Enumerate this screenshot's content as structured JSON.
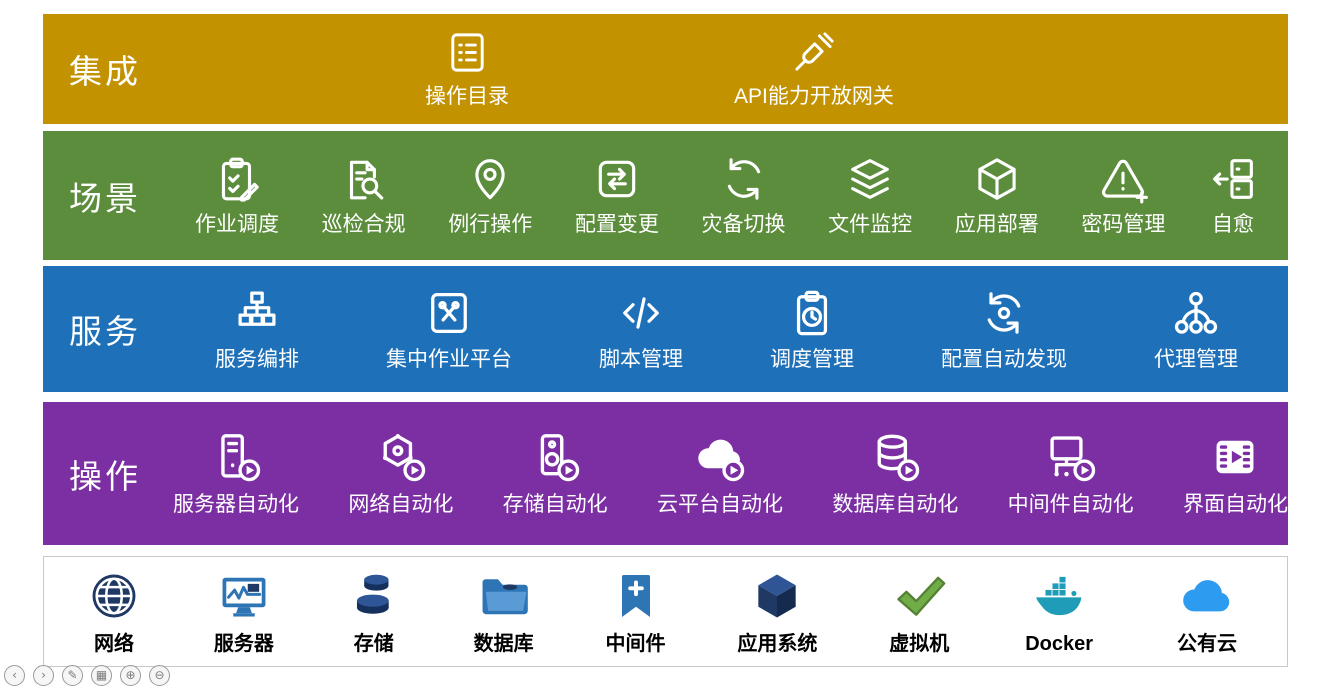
{
  "diagram": {
    "bands": [
      {
        "title": "集成",
        "color": "#C39200",
        "items": [
          {
            "label": "操作目录",
            "icon": "catalog-list-icon"
          },
          {
            "label": "API能力开放网关",
            "icon": "api-plug-icon"
          }
        ]
      },
      {
        "title": "场景",
        "color": "#5C8D3C",
        "items": [
          {
            "label": "作业调度",
            "icon": "clipboard-pen-icon"
          },
          {
            "label": "巡检合规",
            "icon": "document-search-icon"
          },
          {
            "label": "例行操作",
            "icon": "location-pin-icon"
          },
          {
            "label": "配置变更",
            "icon": "swap-arrows-icon"
          },
          {
            "label": "灾备切换",
            "icon": "sync-arrows-icon"
          },
          {
            "label": "文件监控",
            "icon": "layers-icon"
          },
          {
            "label": "应用部署",
            "icon": "cube-icon"
          },
          {
            "label": "密码管理",
            "icon": "alert-plus-icon"
          },
          {
            "label": "自愈",
            "icon": "server-restore-icon"
          }
        ]
      },
      {
        "title": "服务",
        "color": "#1E70B8",
        "items": [
          {
            "label": "服务编排",
            "icon": "org-tree-icon"
          },
          {
            "label": "集中作业平台",
            "icon": "book-wrench-icon"
          },
          {
            "label": "脚本管理",
            "icon": "code-icon"
          },
          {
            "label": "调度管理",
            "icon": "clipboard-clock-icon"
          },
          {
            "label": "配置自动发现",
            "icon": "discover-sync-icon"
          },
          {
            "label": "代理管理",
            "icon": "agent-nodes-icon"
          }
        ]
      },
      {
        "title": "操作",
        "color": "#7B2FA2",
        "items": [
          {
            "label": "服务器自动化",
            "icon": "server-play-icon"
          },
          {
            "label": "网络自动化",
            "icon": "network-play-icon"
          },
          {
            "label": "存储自动化",
            "icon": "storage-play-icon"
          },
          {
            "label": "云平台自动化",
            "icon": "cloud-play-icon"
          },
          {
            "label": "数据库自动化",
            "icon": "database-play-icon"
          },
          {
            "label": "中间件自动化",
            "icon": "middleware-play-icon"
          },
          {
            "label": "界面自动化",
            "icon": "ui-film-play-icon"
          }
        ]
      }
    ],
    "foundation": {
      "items": [
        {
          "label": "网络",
          "icon": "globe-icon"
        },
        {
          "label": "服务器",
          "icon": "server-monitor-icon"
        },
        {
          "label": "存储",
          "icon": "storage-disks-icon"
        },
        {
          "label": "数据库",
          "icon": "database-folder-icon"
        },
        {
          "label": "中间件",
          "icon": "middleware-flag-icon"
        },
        {
          "label": "应用系统",
          "icon": "app-cube-icon"
        },
        {
          "label": "虚拟机",
          "icon": "vm-check-icon"
        },
        {
          "label": "Docker",
          "icon": "docker-whale-icon"
        },
        {
          "label": "公有云",
          "icon": "public-cloud-icon"
        }
      ]
    }
  },
  "viewer": {
    "controls": [
      {
        "icon": "prev-arrow-icon",
        "glyph": "‹"
      },
      {
        "icon": "next-arrow-icon",
        "glyph": "›"
      },
      {
        "icon": "pen-icon",
        "glyph": "✎"
      },
      {
        "icon": "grid-icon",
        "glyph": "▦"
      },
      {
        "icon": "zoom-in-icon",
        "glyph": "⊕"
      },
      {
        "icon": "zoom-out-icon",
        "glyph": "⊖"
      }
    ]
  }
}
